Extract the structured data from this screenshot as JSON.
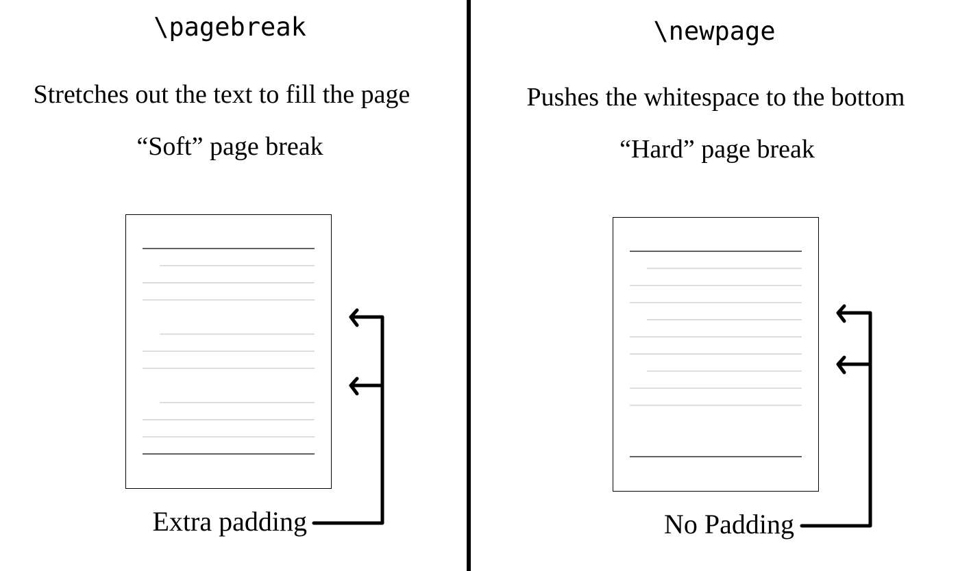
{
  "left": {
    "command": "\\pagebreak",
    "description": "Stretches out the text to fill the page",
    "break_type": "“Soft” page break",
    "padding_label": "Extra padding"
  },
  "right": {
    "command": "\\newpage",
    "description": "Pushes the whitespace to the bottom",
    "break_type": "“Hard” page break",
    "padding_label": "No Padding"
  }
}
